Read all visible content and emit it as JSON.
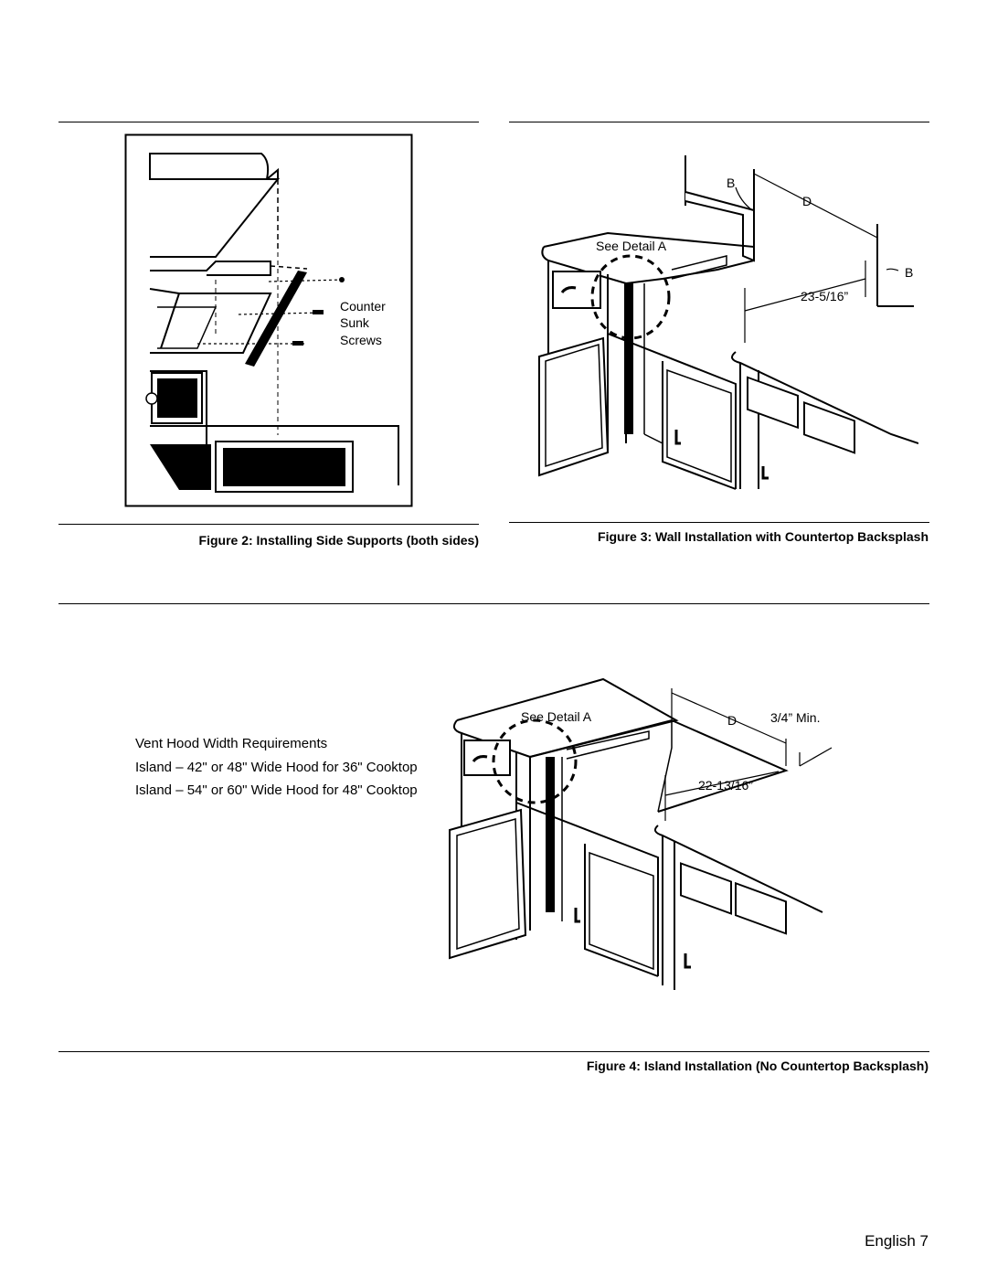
{
  "figure2": {
    "labels": {
      "counter": "Counter",
      "sunk": "Sunk",
      "screws": "Screws"
    },
    "caption": "Figure 2: Installing Side Supports (both sides)"
  },
  "figure3": {
    "labels": {
      "see_detail": "See Detail A",
      "b_top": "B",
      "d": "D",
      "b_right": "B",
      "dim": "23-5/16”"
    },
    "caption": "Figure 3: Wall Installation with Countertop Backsplash"
  },
  "figure4": {
    "labels": {
      "see_detail": "See Detail A",
      "d": "D",
      "min": "3/4” Min.",
      "dim": "22-13/16”"
    },
    "caption": "Figure 4: Island Installation (No Countertop Backsplash)"
  },
  "vent_hood": {
    "title": "Vent Hood Width Requirements",
    "line1": "Island – 42\" or 48\" Wide Hood for 36\" Cooktop",
    "line2": "Island –  54\" or 60\" Wide Hood for 48\" Cooktop"
  },
  "footer": {
    "page": "English 7"
  }
}
